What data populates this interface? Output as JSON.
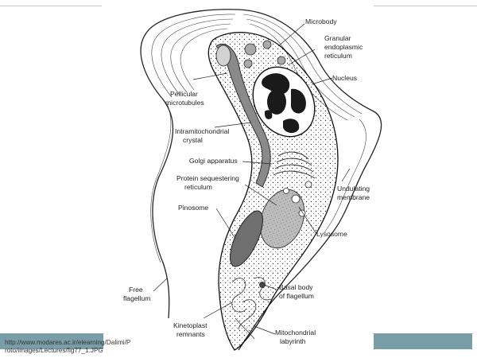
{
  "labels": {
    "microbody": "Microbody",
    "granular_er": [
      "Granular",
      "endoplasmic",
      "reticulum"
    ],
    "nucleus": "Nucleus",
    "pellicular_microtubules": [
      "Pellicular",
      "microtubules"
    ],
    "intramitochondrial_crystal": [
      "Intramitochondrial",
      "crystal"
    ],
    "golgi_apparatus": "Golgi apparatus",
    "protein_sequestering_reticulum": [
      "Protein sequestering",
      "reticulum"
    ],
    "undulating_membrane": [
      "Undulating",
      "membrane"
    ],
    "pinosome": "Pinosome",
    "lysosome": "Lysosome",
    "free_flagellum": [
      "Free",
      "flagellum"
    ],
    "basal_body": [
      "Basal body",
      "of flagellum"
    ],
    "kinetoplast_remnants": [
      "Kinetoplast",
      "remnants"
    ],
    "mitochondrial_labyrinth": [
      "Mitochondrial",
      "labyrinth"
    ]
  },
  "source": {
    "line1": "http://www.modares.ac.ir/elearning/Dalimi/P",
    "line2": "roto/images/Lectures/fig77_1.JPG"
  },
  "colors": {
    "accent": "#7a9ea7",
    "ink": "#1e1e1e",
    "organelle_fill": "#8a8a8a"
  }
}
